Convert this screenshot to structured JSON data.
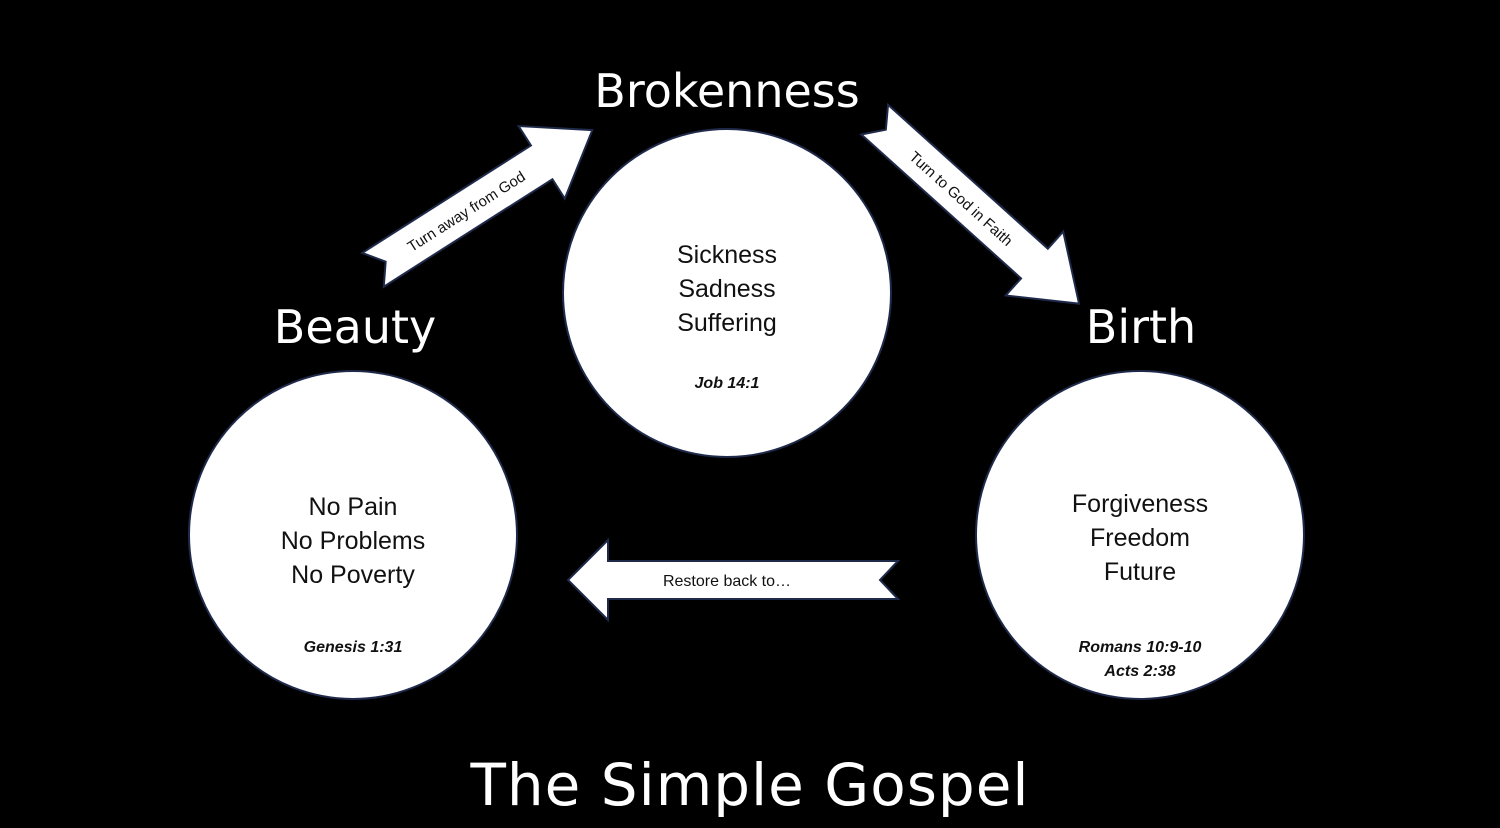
{
  "title": "The Simple Gospel",
  "colors": {
    "background": "#000000",
    "circle_fill": "#ffffff",
    "circle_border": "#1f2a4a",
    "text_light": "#ffffff",
    "text_dark": "#111111"
  },
  "stages": {
    "beauty": {
      "heading": "Beauty",
      "lines": [
        "No Pain",
        "No Problems",
        "No Poverty"
      ],
      "refs": [
        "Genesis 1:31"
      ]
    },
    "brokenness": {
      "heading": "Brokenness",
      "lines": [
        "Sickness",
        "Sadness",
        "Suffering"
      ],
      "refs": [
        "Job 14:1"
      ]
    },
    "birth": {
      "heading": "Birth",
      "lines": [
        "Forgiveness",
        "Freedom",
        "Future"
      ],
      "refs": [
        "Romans 10:9-10",
        "Acts 2:38"
      ]
    }
  },
  "arrows": {
    "beauty_to_brokenness": "Turn away from God",
    "brokenness_to_birth": "Turn to God in Faith",
    "birth_to_beauty": "Restore back to…"
  }
}
